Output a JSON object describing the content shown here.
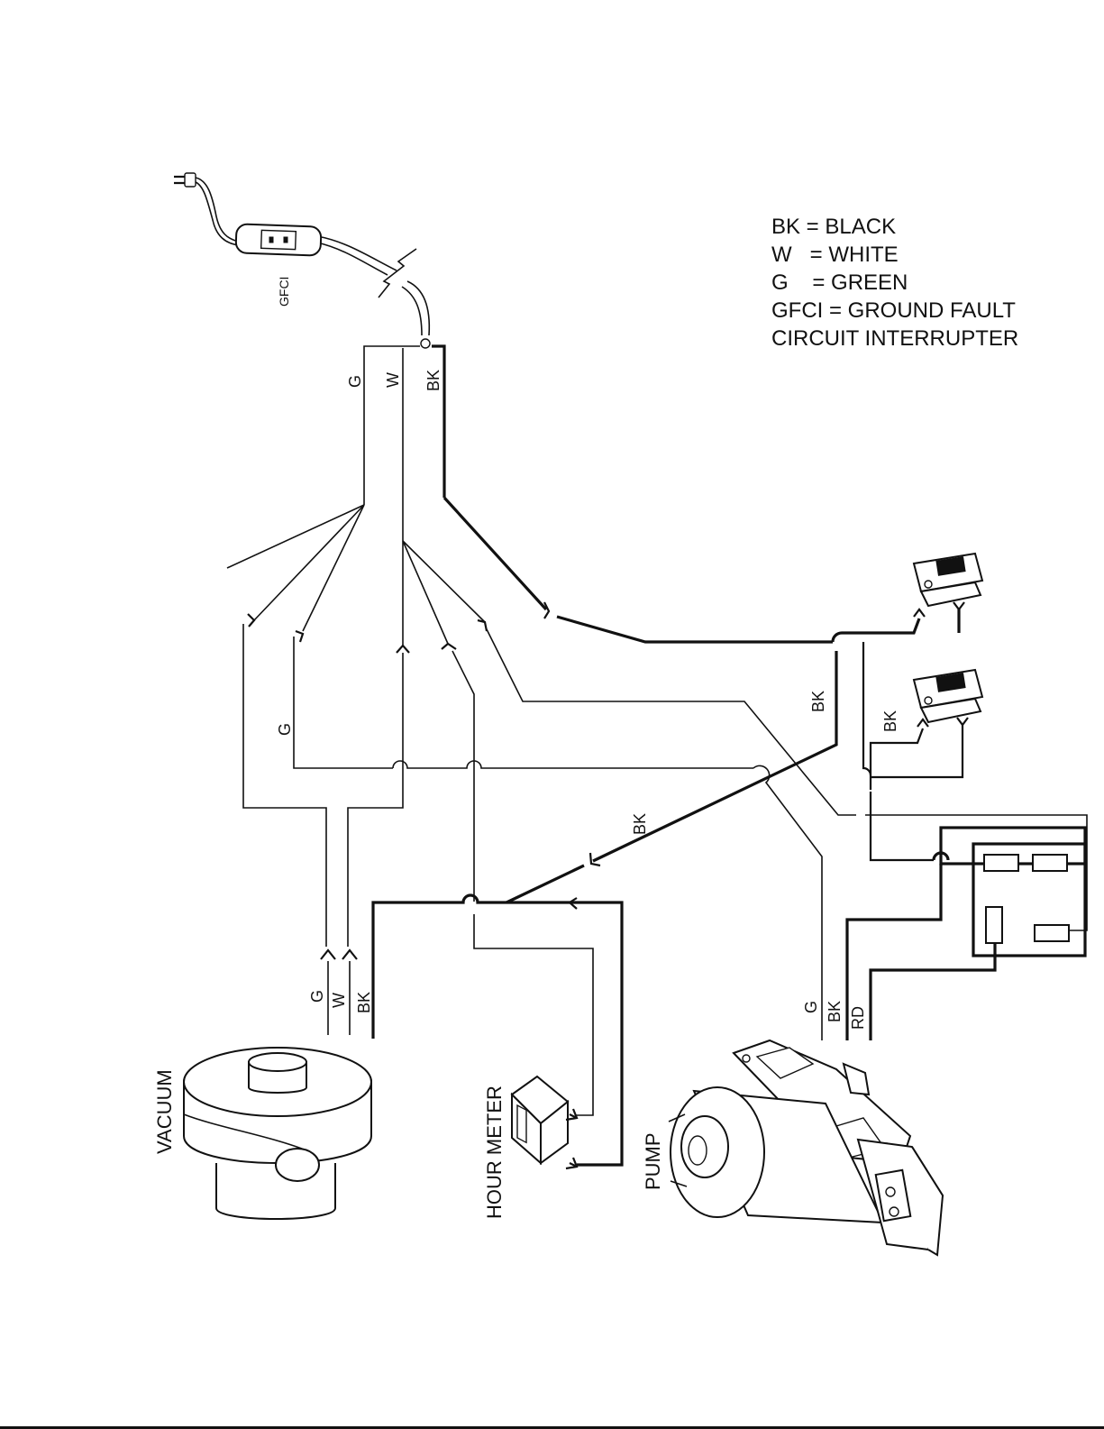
{
  "legend": {
    "lines": [
      "BK = BLACK",
      "W   = WHITE",
      "G    = GREEN",
      "GFCI = GROUND FAULT",
      "CIRCUIT INTERRUPTER"
    ]
  },
  "wire_labels": {
    "main_g": "G",
    "main_w": "W",
    "main_bk": "BK",
    "branch_g": "G",
    "bk_right": "BK",
    "bk_switch": "BK",
    "bk_mid": "BK",
    "vac_g": "G",
    "vac_w": "W",
    "vac_bk": "BK",
    "pump_g": "G",
    "pump_bk": "BK",
    "pump_rd": "RD"
  },
  "components": {
    "gfci": "GFCI",
    "vacuum": "VACUUM",
    "hour_meter": "HOUR METER",
    "pump": "PUMP"
  }
}
